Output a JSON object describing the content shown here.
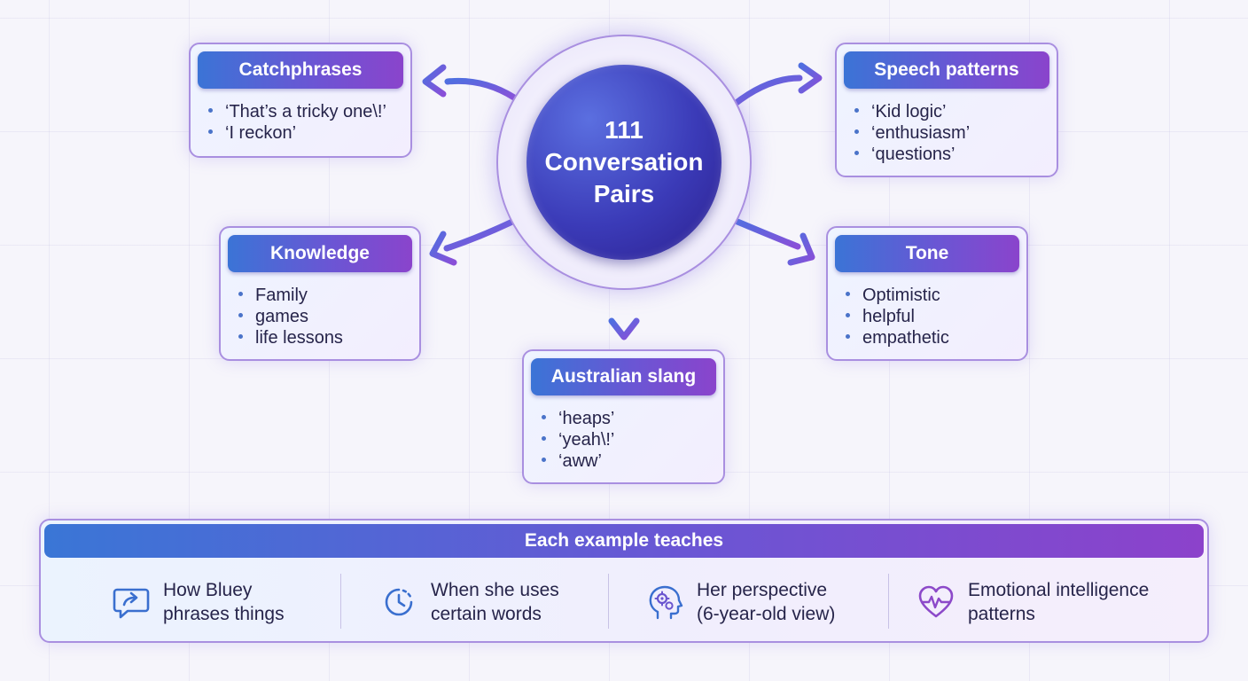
{
  "hub": {
    "line1": "111",
    "line2": "Conversation",
    "line3": "Pairs"
  },
  "categories": [
    {
      "title": "Catchphrases",
      "items": [
        "‘That’s a tricky one\\!’",
        "‘I reckon’"
      ]
    },
    {
      "title": "Speech patterns",
      "items": [
        "‘Kid logic’",
        "‘enthusiasm’",
        "‘questions’"
      ]
    },
    {
      "title": "Knowledge",
      "items": [
        "Family",
        "games",
        "life lessons"
      ]
    },
    {
      "title": "Tone",
      "items": [
        "Optimistic",
        "helpful",
        "empathetic"
      ]
    },
    {
      "title": "Australian slang",
      "items": [
        "‘heaps’",
        "‘yeah\\!’",
        "‘aww’"
      ]
    }
  ],
  "teaches": {
    "header": "Each example teaches",
    "items": [
      {
        "line1": "How Bluey",
        "line2": "phrases things",
        "icon": "speech-bubble-arrow-icon"
      },
      {
        "line1": "When she uses",
        "line2": "certain words",
        "icon": "clock-icon"
      },
      {
        "line1": "Her perspective",
        "line2": "(6-year-old view)",
        "icon": "head-gears-icon"
      },
      {
        "line1": "Emotional intelligence",
        "line2": "patterns",
        "icon": "heart-pulse-icon"
      }
    ]
  },
  "colors": {
    "accent_blue": "#3b74d6",
    "accent_purple": "#8a44cc",
    "hub_dark": "#2c1f8e"
  }
}
